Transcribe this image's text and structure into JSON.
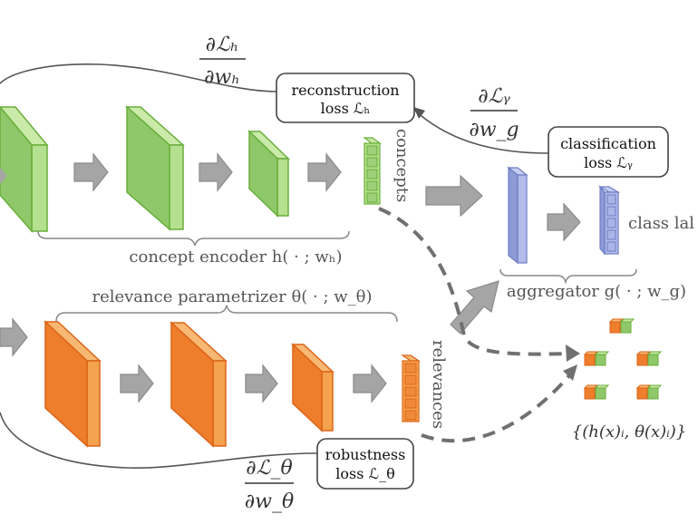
{
  "labels": {
    "concept_encoder": "concept encoder h( · ; wₕ)",
    "relevance_parametrizer": "relevance parametrizer θ( · ; w_θ)",
    "aggregator": "aggregator g( · ; w_g)",
    "concepts": "concepts",
    "relevances": "relevances",
    "class_label": "class lal",
    "pairs_set": "{(h(x)ᵢ, θ(x)ᵢ)}"
  },
  "boxes": {
    "reconstruction_line1": "reconstruction",
    "reconstruction_line2": "loss ℒₕ",
    "classification_line1": "classification",
    "classification_line2": "loss ℒᵧ",
    "robustness_line1": "robustness",
    "robustness_line2": "loss ℒ_θ"
  },
  "gradients": {
    "h_num": "∂ℒₕ",
    "h_den": "∂wₕ",
    "y_num": "∂ℒᵧ",
    "y_den": "∂w_g",
    "theta_num": "∂ℒ_θ",
    "theta_den": "∂w_θ"
  },
  "colors": {
    "green_front": "#8fc86a",
    "green_side": "#b5e08f",
    "green_stroke": "#6aae3a",
    "orange_front": "#ee7d2c",
    "orange_side": "#f4a24e",
    "orange_stroke": "#dd6418",
    "blue_front": "#8c9ad6",
    "blue_side": "#b2bcea",
    "blue_stroke": "#6e7dc4",
    "arrow_gray": "#a5a5a5",
    "dashed_gray": "#707070"
  }
}
